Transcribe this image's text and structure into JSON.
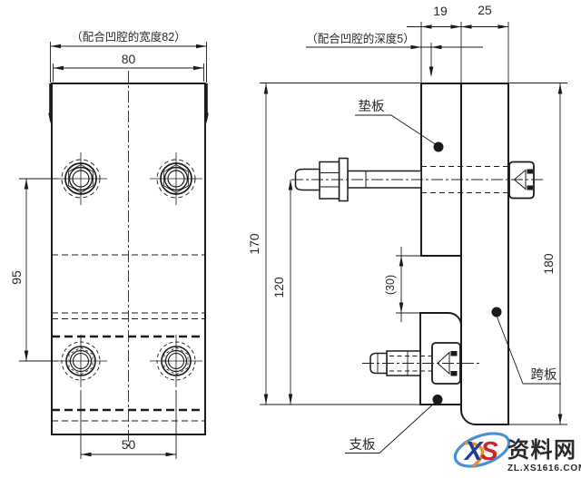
{
  "drawing": {
    "front_view": {
      "note_cavity_width": "（配合凹腔的宽度82）",
      "dim_width": "80",
      "dim_bolt_rows": "95",
      "dim_bolt_cols": "50"
    },
    "side_view": {
      "dim_plate_19": "19",
      "dim_plate_25": "25",
      "note_cavity_depth": "（配合凹腔的深度5）",
      "dim_170": "170",
      "dim_120": "120",
      "dim_30": "(30)",
      "dim_180": "180",
      "label_backing_plate": "垫板",
      "label_bridge_plate": "跨板",
      "label_support_plate": "支板"
    },
    "line_color": "#1a1a1a",
    "watermark": {
      "logo_x": "X",
      "logo_s": "S",
      "site_name": "资料网",
      "site_url": "ZL.XS1616.COM",
      "color_red": "#c23128",
      "color_blue": "#4a90d6",
      "color_orange": "#e8902c"
    }
  }
}
